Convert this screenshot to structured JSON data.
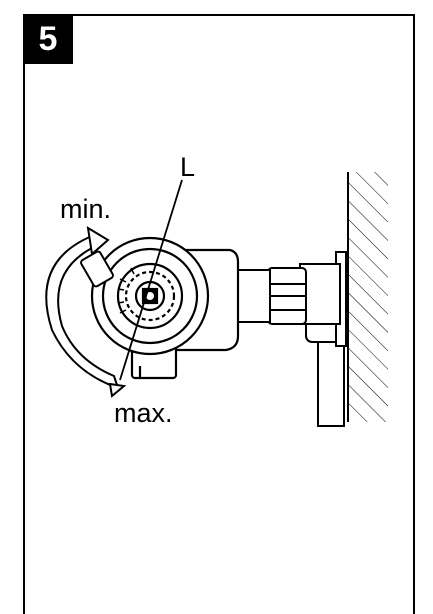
{
  "step": {
    "number": "5"
  },
  "labels": {
    "lever": "L",
    "min": "min.",
    "max": "max."
  },
  "colors": {
    "ink": "#000000",
    "background": "#ffffff"
  }
}
